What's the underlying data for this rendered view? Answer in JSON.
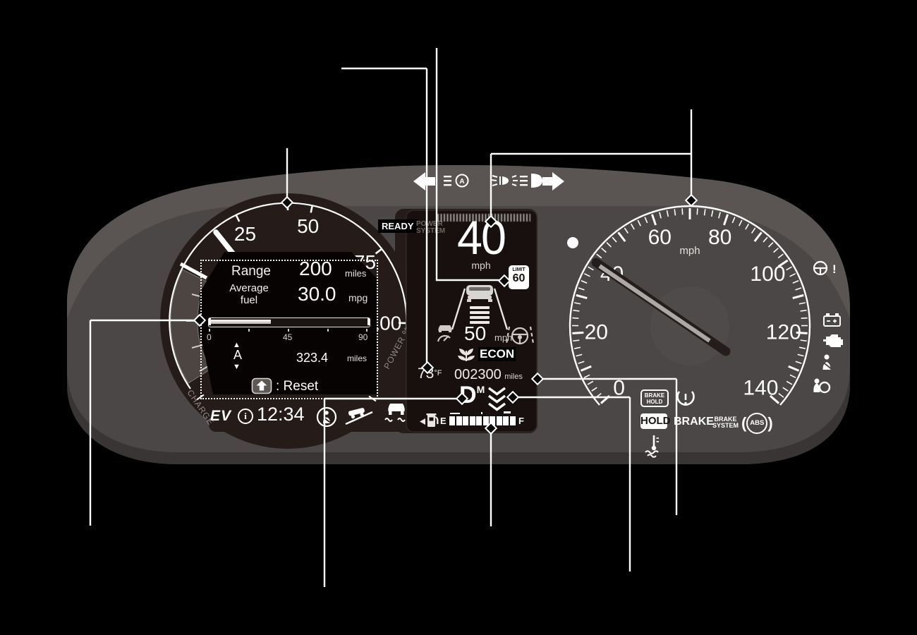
{
  "colors": {
    "background": "#000000",
    "dash_body": "#4b4746",
    "dash_visor": "#5a5553",
    "dash_bottom": "#393534",
    "cluster_face": "#251c19",
    "display_bg": "#17100e",
    "info_blob": "#070302",
    "white": "#ffffff",
    "gray_text": "#8f8883",
    "needle_gray": "#aba8a6"
  },
  "top_indicators": {
    "icons": [
      "left-turn-signal-icon",
      "auto-high-beam-icon",
      "lights-on-icon",
      "headlight-icon",
      "right-turn-signal-icon"
    ]
  },
  "power_gauge": {
    "tick_labels": [
      "25",
      "50",
      "75",
      "100"
    ],
    "charge_zone_label": "CHARGE",
    "axis_label": "POWER %",
    "needle_value": 12
  },
  "trip_computer": {
    "range_label": "Range",
    "range_value": "200",
    "range_unit": "miles",
    "average_label_line1": "Average",
    "average_label_line2": "fuel",
    "average_value": "30.0",
    "average_unit": "mpg",
    "bar_scale_labels": [
      "0",
      "45",
      "90"
    ],
    "bar_fill_pct": 38,
    "trip_selector_up": "▲",
    "trip_selector_label": "A",
    "trip_selector_down": "▼",
    "trip_value": "323.4",
    "trip_unit": "miles",
    "reset_label": ": Reset"
  },
  "status_row": {
    "ev_label": "EV",
    "info_icon_glyph": "i",
    "time": "12:34",
    "icons": [
      "seatbelt-reminder-icon",
      "hill-assist-icon",
      "vsa-indicator-icon"
    ]
  },
  "center_display": {
    "ready_label": "READY",
    "power_system_line1": "POWER",
    "power_system_line2": "SYSTEM",
    "speed_value": "40",
    "speed_unit": "mph",
    "speed_limit_sign": {
      "label": "LIMIT",
      "value": "60"
    },
    "acc": {
      "set_speed": "50",
      "unit": "mph"
    },
    "econ_label": "ECON",
    "outside_temp": {
      "value": "73",
      "unit": "°F"
    },
    "odometer": {
      "value": "002300",
      "unit": "miles"
    },
    "gear": {
      "position": "D",
      "mode": "M"
    },
    "fuel": {
      "empty_label": "E",
      "full_label": "F",
      "segments_total": 10,
      "segments_filled": 10
    }
  },
  "speedometer": {
    "tick_labels": [
      "0",
      "20",
      "40",
      "60",
      "80",
      "100",
      "120",
      "140"
    ],
    "min": 0,
    "max": 140,
    "minor_step": 2,
    "major_step": 10,
    "unit": "mph",
    "needle_value": 40
  },
  "warning_indicators": {
    "brake_hold_line1": "BRAKE",
    "brake_hold_line2": "HOLD",
    "hold": "HOLD",
    "brake": "BRAKE",
    "brake_system_line1": "BRAKE",
    "brake_system_line2": "SYSTEM",
    "abs": "ABS",
    "icons": [
      "tpms-warning-icon",
      "coolant-temp-icon"
    ]
  },
  "right_warning_icons": [
    "eps-warning-icon",
    "battery-charge-icon",
    "check-engine-icon",
    "seatbelt-warning-icon",
    "airbag-warning-icon"
  ]
}
